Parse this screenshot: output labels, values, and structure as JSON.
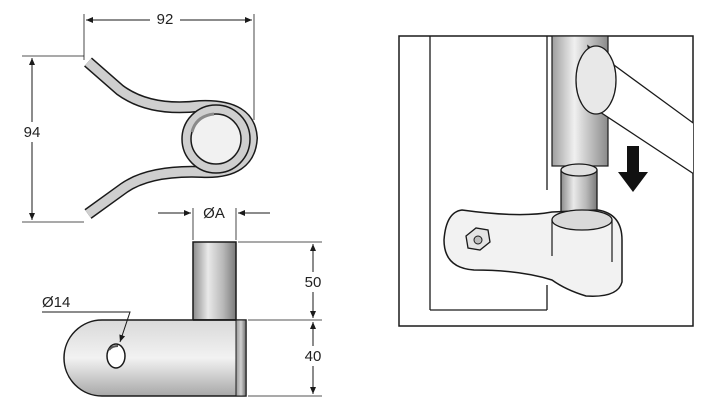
{
  "spring_hinge": {
    "width_label": "92",
    "height_label": "94"
  },
  "pin_part": {
    "diameter_label": "ØA",
    "hole_label": "Ø14",
    "pin_height_label": "50",
    "base_height_label": "40"
  },
  "colors": {
    "line": "#1a1a1a",
    "metal_light": "#e6e6e6",
    "metal_mid": "#b5b5b5",
    "metal_dark": "#6f6f6f",
    "arrow": "#111111"
  }
}
